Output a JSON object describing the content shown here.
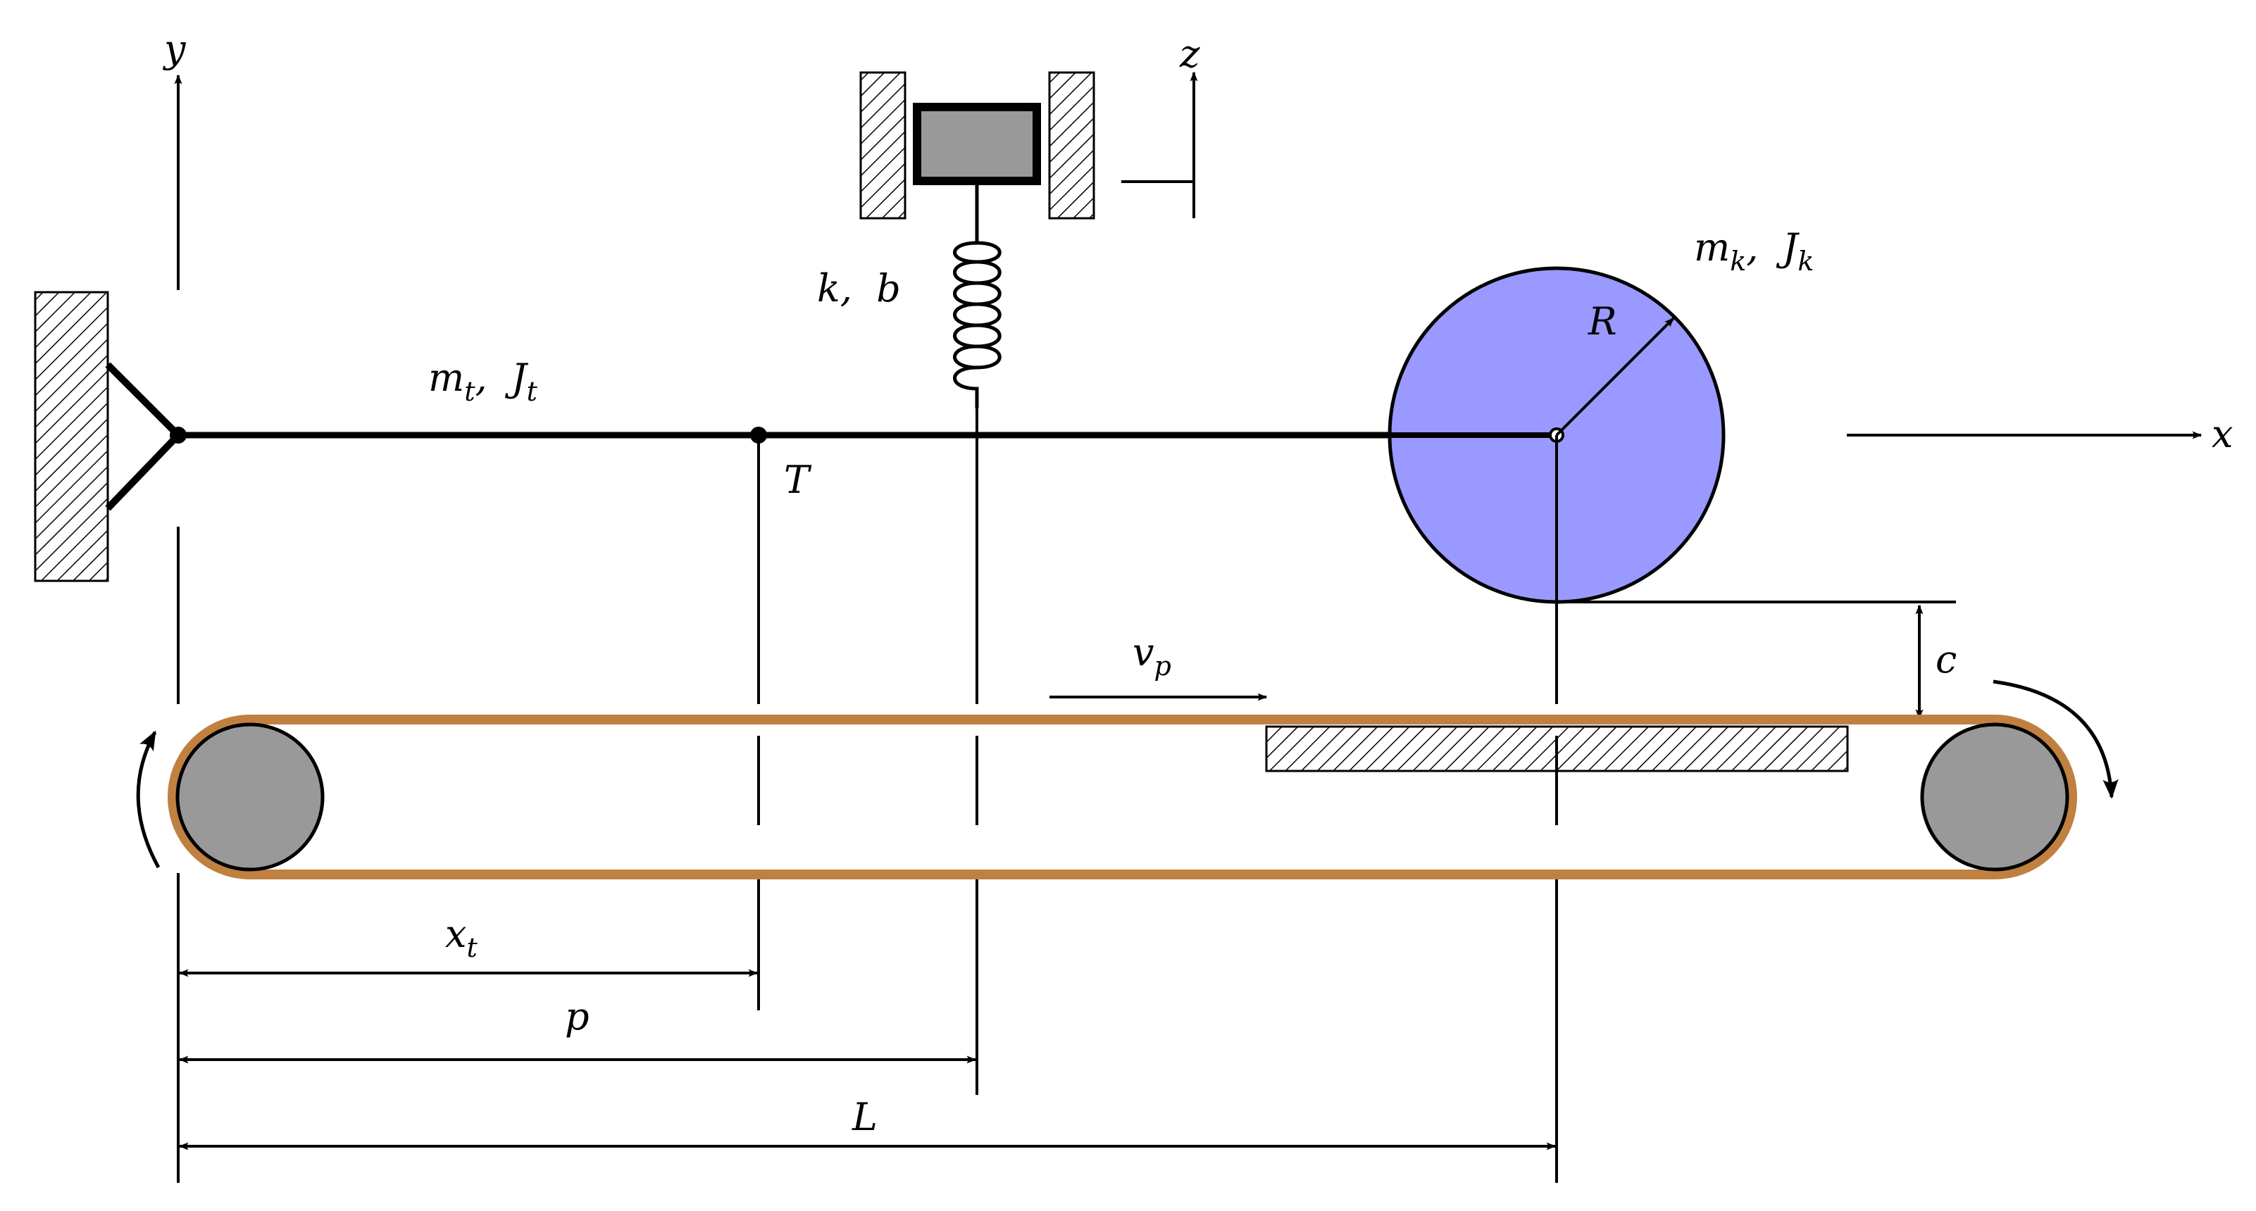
{
  "labels": {
    "y_axis": "y",
    "z_axis": "z",
    "x_axis": "x",
    "beam_mass": {
      "m": "m",
      "m_sub": "t",
      "sep": ",  ",
      "J": "J",
      "J_sub": "t"
    },
    "spring_damper": {
      "k": "k",
      "sep": ",  ",
      "b": "b"
    },
    "disk_mass": {
      "m": "m",
      "m_sub": "k",
      "sep": ",  ",
      "J": "J",
      "J_sub": "k"
    },
    "radius": "R",
    "point_T": "T",
    "velocity": {
      "v": "v",
      "v_sub": "p"
    },
    "gap": "c",
    "dim_xt": {
      "x": "x",
      "x_sub": "t"
    },
    "dim_p": "p",
    "dim_L": "L"
  },
  "colors": {
    "disk_fill": "#9999ff",
    "belt": "#c08040",
    "pulley_fill": "#999999",
    "block_fill": "#999999",
    "ink": "#000000"
  }
}
